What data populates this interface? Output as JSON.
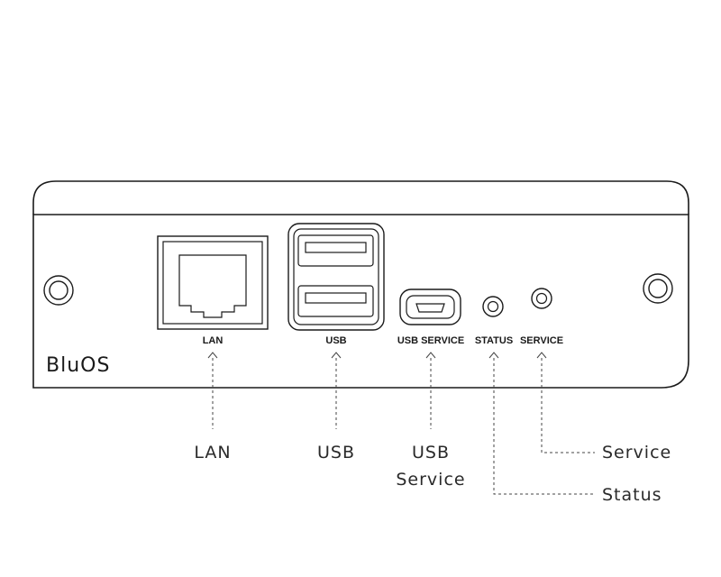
{
  "brand": {
    "logo": "BluOS"
  },
  "panel_labels": {
    "lan": "LAN",
    "usb": "USB",
    "usb_service": "USB SERVICE",
    "status": "STATUS",
    "service": "SERVICE"
  },
  "callouts": {
    "lan": "LAN",
    "usb": "USB",
    "usb_service_line1": "USB",
    "usb_service_line2": "Service",
    "status": "Status",
    "service": "Service"
  }
}
